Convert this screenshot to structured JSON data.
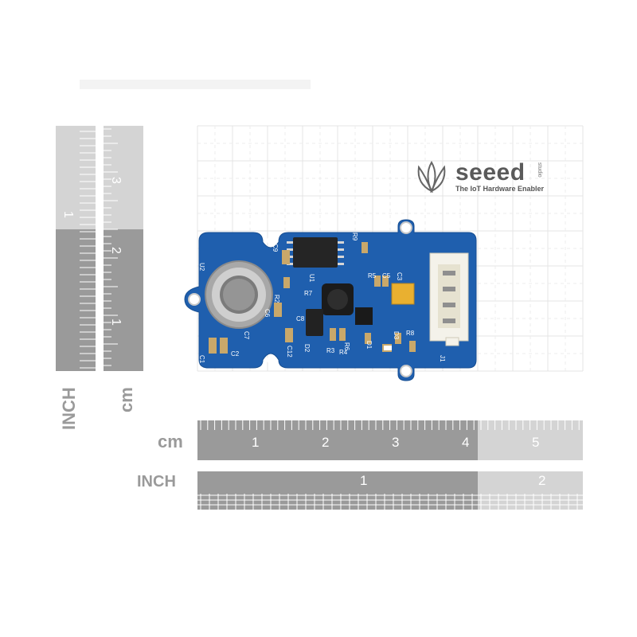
{
  "brand": {
    "name": "seeed",
    "tagline": "The IoT Hardware Enabler",
    "mark": "studio"
  },
  "left_ruler": {
    "inch_label": "INCH",
    "cm_label": "cm",
    "inch_ticks": [
      "1"
    ],
    "cm_ticks": [
      "1",
      "2",
      "3"
    ]
  },
  "bottom_ruler": {
    "cm_label": "cm",
    "inch_label": "INCH",
    "cm_ticks": [
      "1",
      "2",
      "3",
      "4",
      "5"
    ],
    "inch_ticks": [
      "1",
      "2"
    ]
  },
  "board": {
    "color": "#1f5fae",
    "silkscreen": [
      "U2",
      "U1",
      "C9",
      "R9",
      "R5",
      "C5",
      "C3",
      "R7",
      "R2",
      "C6",
      "C7",
      "C8",
      "C1",
      "C2",
      "C12",
      "D2",
      "R3",
      "R4",
      "R6",
      "D1",
      "D3",
      "R8",
      "J1"
    ]
  }
}
